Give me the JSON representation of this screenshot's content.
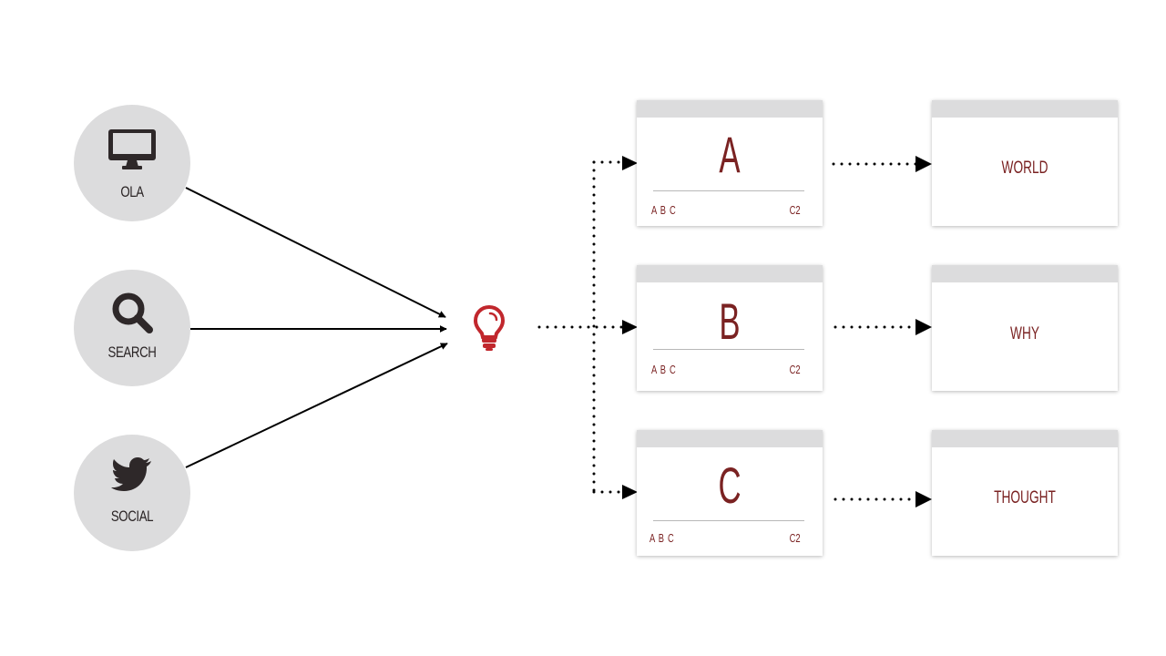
{
  "sources": [
    {
      "label": "OLA",
      "icon": "monitor-icon"
    },
    {
      "label": "SEARCH",
      "icon": "magnifier-icon"
    },
    {
      "label": "SOCIAL",
      "icon": "bird-icon"
    }
  ],
  "hub": {
    "icon": "lightbulb-icon"
  },
  "cards": [
    {
      "letter": "A",
      "meta_left": "A B C",
      "meta_right": "C2"
    },
    {
      "letter": "B",
      "meta_left": "A B C",
      "meta_right": "C2"
    },
    {
      "letter": "C",
      "meta_left": "A B C",
      "meta_right": "C2"
    }
  ],
  "results": [
    {
      "label": "WORLD"
    },
    {
      "label": "WHY"
    },
    {
      "label": "THOUGHT"
    }
  ],
  "colors": {
    "accent": "#7a2222",
    "circle_fill": "#dcdcdd",
    "icon_dark": "#2e2829",
    "card_bar": "#dcdcdd"
  }
}
